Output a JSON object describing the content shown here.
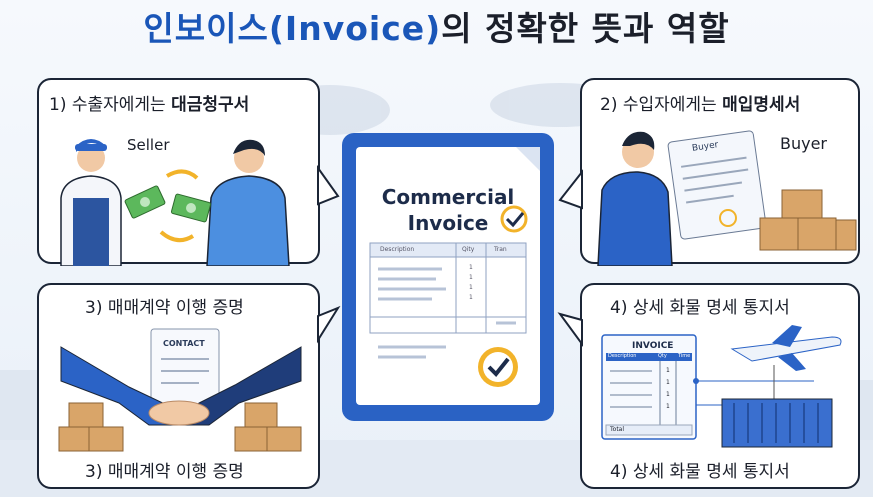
{
  "header": {
    "title_blue": "인보이스(Invoice)",
    "title_dark": "의 정확한 뜻과 역할"
  },
  "panels": {
    "exporter": {
      "label_prefix": "1) 수출자에게는 ",
      "label_bold": "대금청구서",
      "seller": "Seller"
    },
    "importer": {
      "label_prefix": "2) 수입자에게는 ",
      "label_bold": "매입명세서",
      "buyer": "Buyer",
      "doc_title": "Buyer"
    },
    "contract": {
      "label_top": "3) 매매계약 이행 증명",
      "label_bottom": "3) 매매계약 이행 증명",
      "doc_title": "CONTACT"
    },
    "cargo": {
      "label_top": "4) 상세 화물 명세 통지서",
      "label_bottom": "4) 상세 화물 명세 통지서",
      "doc_title": "INVOICE",
      "col1": "Description",
      "col2": "Qty",
      "col3": "Time",
      "row_nums": [
        "1",
        "1",
        "1",
        "1"
      ],
      "total": "Total"
    }
  },
  "center_doc": {
    "line1": "Commercial",
    "line2": "Invoice",
    "col_description": "Description",
    "col_qty": "Qity",
    "col_tran": "Tran",
    "qty_values": [
      "1",
      "1",
      "1",
      "1"
    ]
  },
  "colors": {
    "accent": "#1a56b8",
    "doc_blue": "#2a62c4",
    "check_gold": "#f2b32a",
    "cash_green": "#5cb85c",
    "box_tan": "#d9a569"
  }
}
